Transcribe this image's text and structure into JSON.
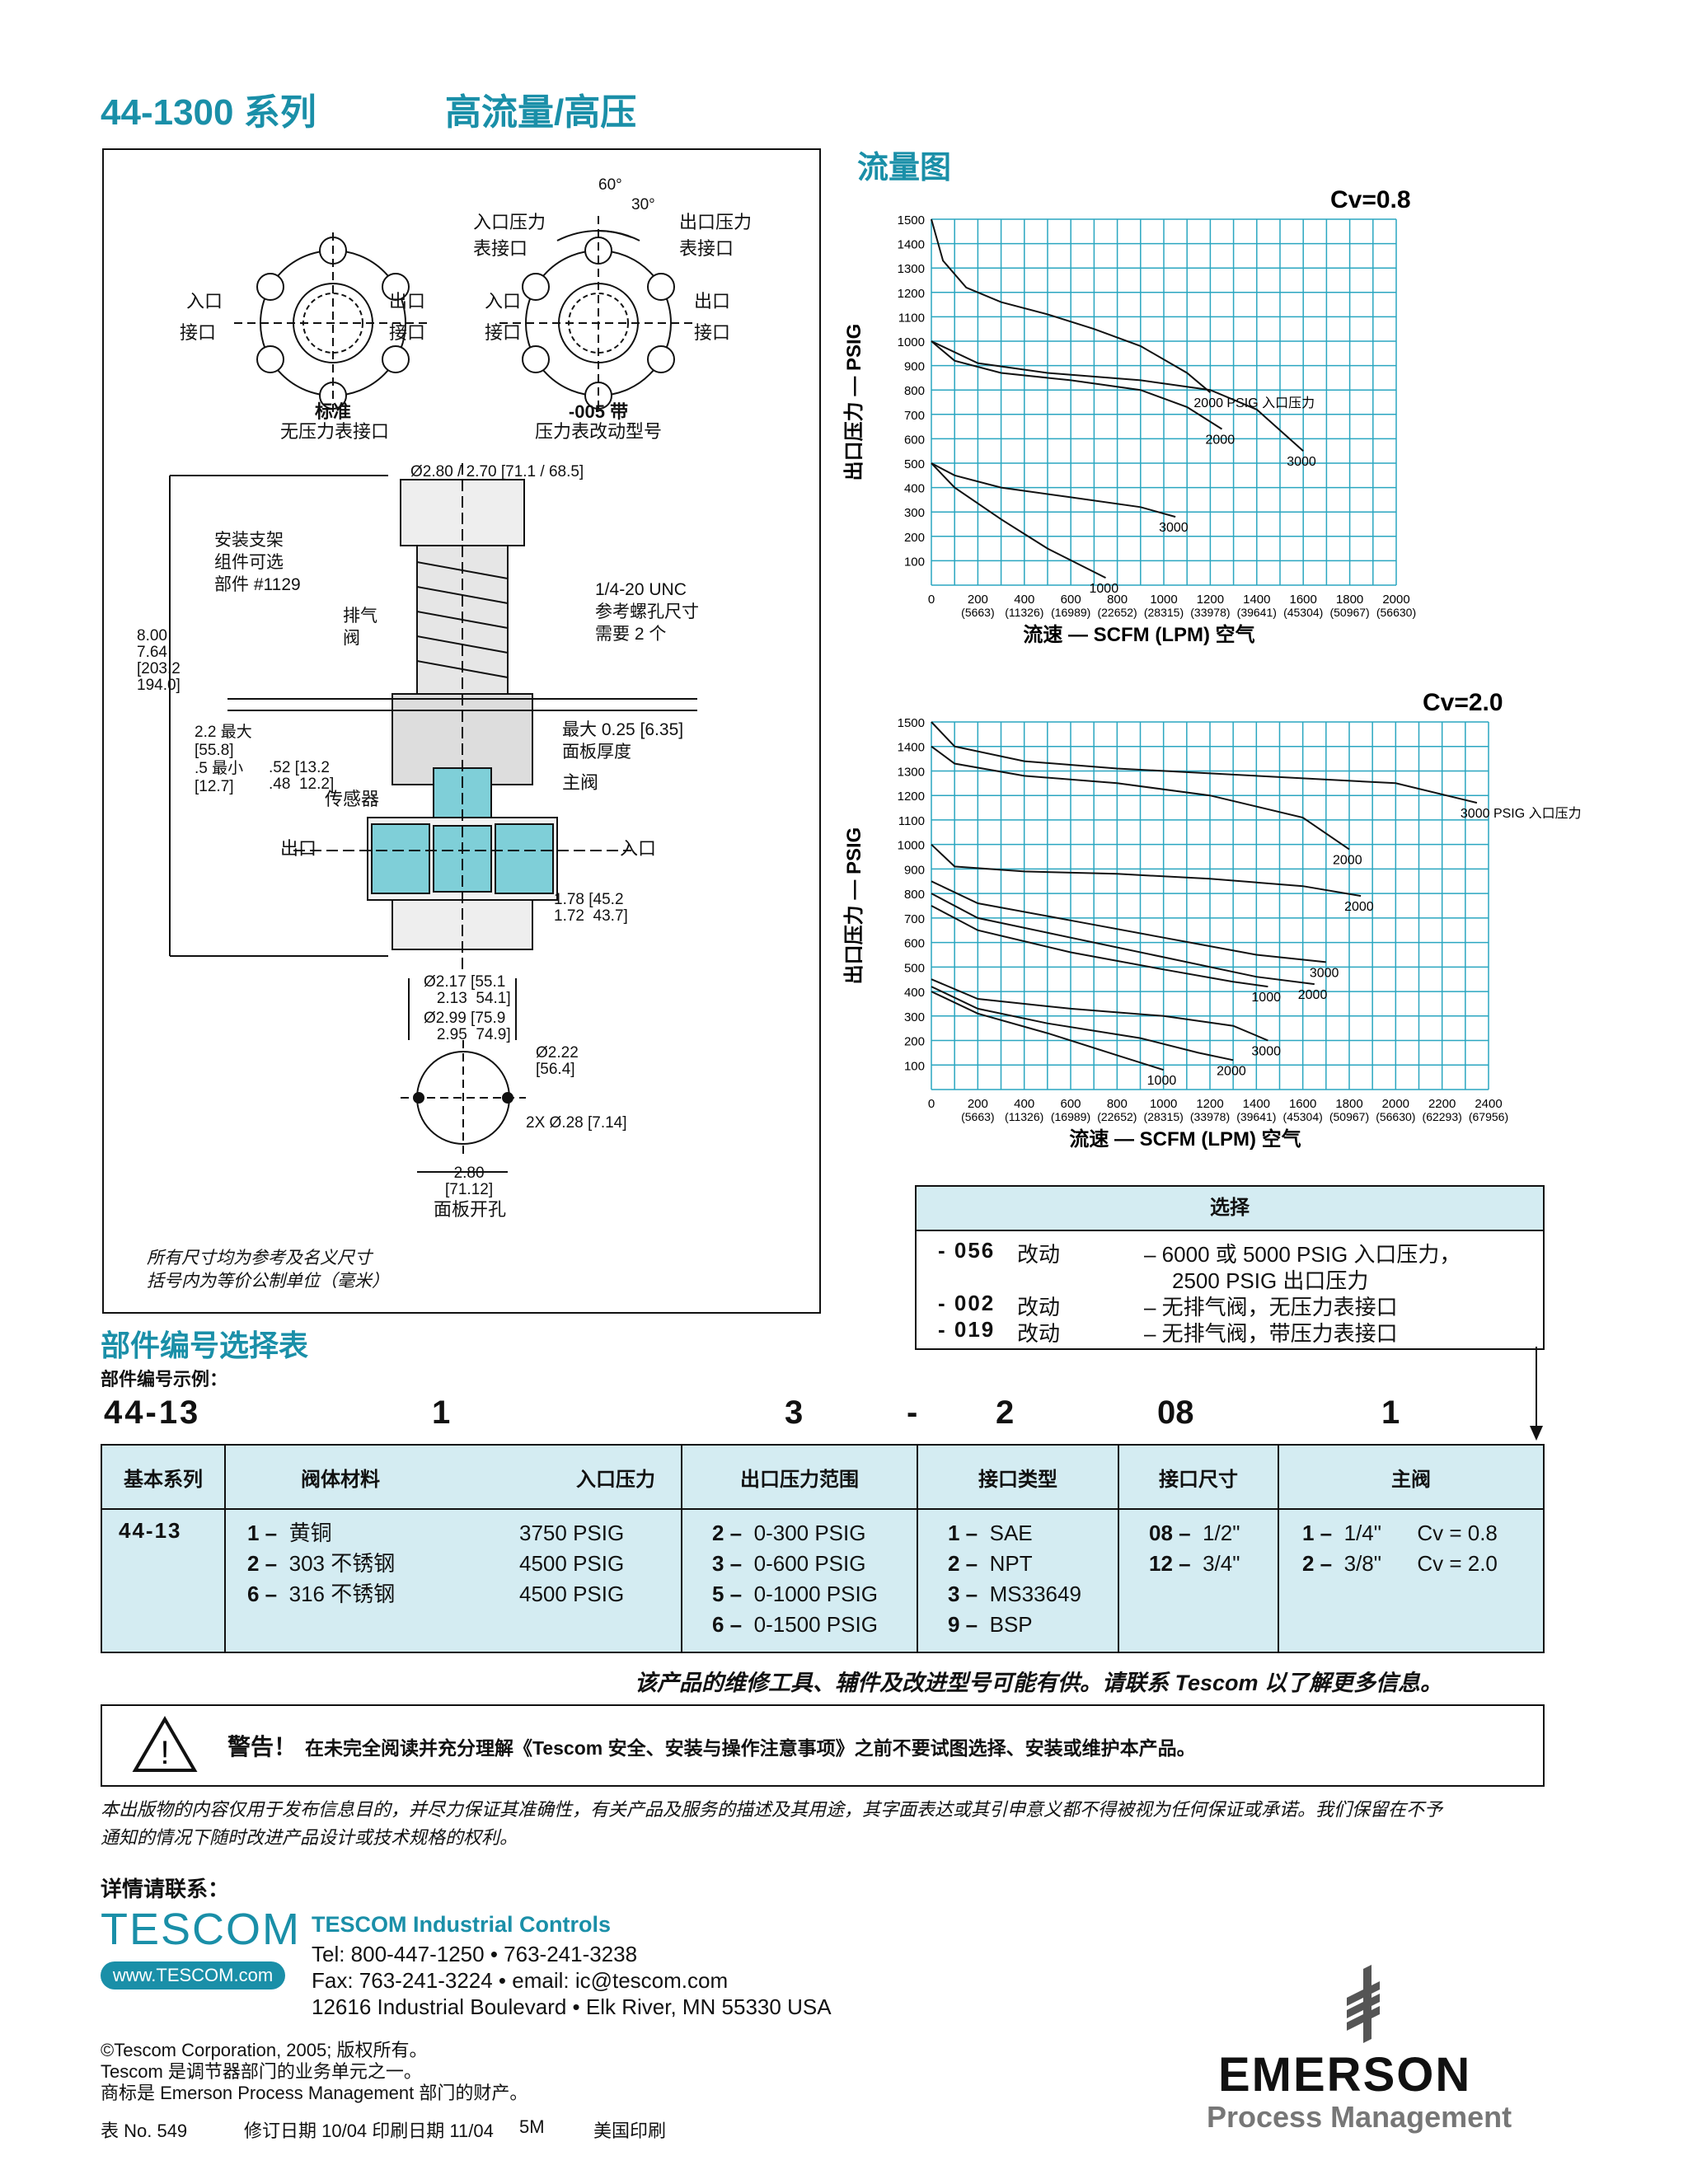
{
  "header": {
    "series": "44-1300 系列",
    "title": "高流量/高压"
  },
  "drawing": {
    "angle_60": "60°",
    "angle_30": "30°",
    "gauge_inlet_label": "入口压力\n表接口",
    "gauge_outlet_label": "出口压力\n表接口",
    "port_in": "入口",
    "port_in2": "接口",
    "port_out": "出口",
    "port_out2": "接口",
    "std_caption_1": "标准",
    "std_caption_2": "无压力表接口",
    "opt_caption_1": "-005 带",
    "opt_caption_2": "压力表改动型号",
    "dim_top": "Ø2.80 / 2.70  [71.1 / 68.5]",
    "bracket_note": "安装支架\n组件可选\n部件 #1129",
    "vent_valve": "排气\n阀",
    "unc_note": "1/4-20 UNC\n参考螺孔尺寸\n需要 2 个",
    "height_dim": "8.00\n7.64\n[203.2\n194.0]",
    "max_label": "2.2 最大\n[55.8]",
    "min_label": ".5 最小\n[12.7]",
    "min_dim": ".52 [13.2\n.48  12.2]",
    "panel_thick": "最大 0.25 [6.35]\n面板厚度",
    "sensor": "传感器",
    "main_valve": "主阀",
    "outlet": "出口",
    "inlet": "入口",
    "port_dim": "1.78 [45.2\n1.72  43.7]",
    "dim_217": "Ø2.17 [55.1\n   2.13  54.1]",
    "dim_299": "Ø2.99 [75.9\n   2.95  74.9]",
    "dim_222": "Ø2.22\n[56.4]",
    "hole_dim": "2X Ø.28 [7.14]",
    "cutout_dim": "2.80\n[71.12]",
    "cutout_label": "面板开孔",
    "note_1": "所有尺寸均为参考及名义尺寸",
    "note_2": "括号内为等价公制单位（毫米）"
  },
  "flow_title": "流量图",
  "chart_data": [
    {
      "type": "line",
      "title": "Cv=0.8",
      "xlabel": "流速 — SCFM (LPM) 空气",
      "ylabel": "出口压力 — PSIG",
      "xlim": [
        0,
        2000
      ],
      "ylim": [
        0,
        1500
      ],
      "x_ticks": [
        "0",
        "200",
        "400",
        "600",
        "800",
        "1000",
        "1200",
        "1400",
        "1600",
        "1800",
        "2000"
      ],
      "x_ticks_lpm": [
        "",
        "(5663)",
        "(11326)",
        "(16989)",
        "(22652)",
        "(28315)",
        "(33978)",
        "(39641)",
        "(45304)",
        "(50967)",
        "(56630)"
      ],
      "y_ticks": [
        "100",
        "200",
        "300",
        "400",
        "500",
        "600",
        "700",
        "800",
        "900",
        "1000",
        "1100",
        "1200",
        "1300",
        "1400",
        "1500"
      ],
      "grid": true,
      "series": [
        {
          "name": "2000 PSIG 入口压力",
          "x": [
            0,
            50,
            150,
            300,
            500,
            700,
            900,
            1100,
            1200
          ],
          "y": [
            1500,
            1330,
            1220,
            1160,
            1110,
            1050,
            980,
            870,
            790
          ]
        },
        {
          "name": "2000",
          "x": [
            0,
            100,
            300,
            600,
            900,
            1100,
            1250
          ],
          "y": [
            1000,
            920,
            870,
            840,
            800,
            730,
            640
          ]
        },
        {
          "name": "3000",
          "x": [
            0,
            200,
            500,
            900,
            1200,
            1400,
            1600
          ],
          "y": [
            1000,
            910,
            870,
            840,
            800,
            720,
            550
          ]
        },
        {
          "name": "3000",
          "x": [
            0,
            100,
            300,
            600,
            900,
            1050
          ],
          "y": [
            500,
            450,
            400,
            360,
            320,
            280
          ]
        },
        {
          "name": "1000",
          "x": [
            0,
            100,
            300,
            500,
            750
          ],
          "y": [
            500,
            400,
            270,
            150,
            30
          ]
        }
      ]
    },
    {
      "type": "line",
      "title": "Cv=2.0",
      "xlabel": "流速 — SCFM (LPM) 空气",
      "ylabel": "出口压力 — PSIG",
      "xlim": [
        0,
        2400
      ],
      "ylim": [
        0,
        1500
      ],
      "x_ticks": [
        "0",
        "200",
        "400",
        "600",
        "800",
        "1000",
        "1200",
        "1400",
        "1600",
        "1800",
        "2000",
        "2200",
        "2400"
      ],
      "x_ticks_lpm": [
        "",
        "(5663)",
        "(11326)",
        "(16989)",
        "(22652)",
        "(28315)",
        "(33978)",
        "(39641)",
        "(45304)",
        "(50967)",
        "(56630)",
        "(62293)",
        "(67956)"
      ],
      "y_ticks": [
        "100",
        "200",
        "300",
        "400",
        "500",
        "600",
        "700",
        "800",
        "900",
        "1000",
        "1100",
        "1200",
        "1300",
        "1400",
        "1500"
      ],
      "grid": true,
      "series": [
        {
          "name": "3000 PSIG 入口压力",
          "x": [
            0,
            100,
            400,
            800,
            1200,
            1600,
            2000,
            2350
          ],
          "y": [
            1500,
            1400,
            1340,
            1310,
            1290,
            1270,
            1250,
            1170
          ]
        },
        {
          "name": "2000",
          "x": [
            0,
            100,
            400,
            800,
            1200,
            1600,
            1800
          ],
          "y": [
            1400,
            1330,
            1280,
            1250,
            1200,
            1110,
            980
          ]
        },
        {
          "name": "2000",
          "x": [
            0,
            100,
            400,
            800,
            1200,
            1600,
            1850
          ],
          "y": [
            1000,
            910,
            890,
            880,
            860,
            830,
            790
          ]
        },
        {
          "name": "3000",
          "x": [
            0,
            200,
            600,
            1000,
            1400,
            1700
          ],
          "y": [
            850,
            760,
            690,
            620,
            550,
            520
          ]
        },
        {
          "name": "2000",
          "x": [
            0,
            200,
            600,
            1000,
            1400,
            1650
          ],
          "y": [
            800,
            700,
            620,
            540,
            460,
            430
          ]
        },
        {
          "name": "1000",
          "x": [
            0,
            200,
            600,
            1000,
            1300,
            1450
          ],
          "y": [
            750,
            650,
            560,
            490,
            440,
            420
          ]
        },
        {
          "name": "3000",
          "x": [
            0,
            200,
            600,
            1000,
            1300,
            1450
          ],
          "y": [
            450,
            370,
            330,
            300,
            260,
            200
          ]
        },
        {
          "name": "2000",
          "x": [
            0,
            200,
            500,
            900,
            1150,
            1300
          ],
          "y": [
            420,
            330,
            270,
            210,
            150,
            120
          ]
        },
        {
          "name": "1000",
          "x": [
            0,
            200,
            500,
            800,
            1000
          ],
          "y": [
            400,
            310,
            230,
            140,
            80
          ]
        }
      ]
    }
  ],
  "options": {
    "title": "选择",
    "rows": [
      {
        "code": "- 056",
        "mod": "改动",
        "desc": "–  6000 或 5000 PSIG 入口压力，",
        "desc2": "2500 PSIG 出口压力"
      },
      {
        "code": "- 002",
        "mod": "改动",
        "desc": "–  无排气阀，无压力表接口"
      },
      {
        "code": "- 019",
        "mod": "改动",
        "desc": "–  无排气阀，带压力表接口"
      }
    ]
  },
  "pn_section": {
    "title": "部件编号选择表",
    "example_label": "部件编号示例：",
    "example": [
      "44-13",
      "1",
      "3",
      "-",
      "2",
      "08",
      "1"
    ],
    "headers": [
      "基本系列",
      "阀体材料",
      "入口压力",
      "出口压力范围",
      "接口类型",
      "接口尺寸",
      "主阀"
    ],
    "base": "44-13",
    "body": [
      [
        "1 –",
        "黄铜"
      ],
      [
        "2 –",
        "303 不锈钢"
      ],
      [
        "6 –",
        "316 不锈钢"
      ]
    ],
    "inlet": [
      "3750 PSIG",
      "4500 PSIG",
      "4500 PSIG"
    ],
    "outlet": [
      [
        "2 –",
        "0-300 PSIG"
      ],
      [
        "3 –",
        "0-600 PSIG"
      ],
      [
        "5 –",
        "0-1000 PSIG"
      ],
      [
        "6 –",
        "0-1500 PSIG"
      ]
    ],
    "conn_type": [
      [
        "1 –",
        "SAE"
      ],
      [
        "2 –",
        "NPT"
      ],
      [
        "3 –",
        "MS33649"
      ],
      [
        "9 –",
        "BSP"
      ]
    ],
    "conn_size": [
      [
        "08 –",
        "1/2\""
      ],
      [
        "12 –",
        "3/4\""
      ]
    ],
    "main_valve": [
      [
        "1 –",
        "1/4\"",
        "Cv = 0.8"
      ],
      [
        "2 –",
        "3/8\"",
        "Cv = 2.0"
      ]
    ]
  },
  "service_note": "该产品的维修工具、辅件及改进型号可能有供。请联系 Tescom 以了解更多信息。",
  "warning": {
    "label": "警告！",
    "text": "在未完全阅读并充分理解《Tescom 安全、安装与操作注意事项》之前不要试图选择、安装或维护本产品。"
  },
  "disclaimer_1": "本出版物的内容仅用于发布信息目的，并尽力保证其准确性，有关产品及服务的描述及其用途，其字面表达或其引申意义都不得被视为任何保证或承诺。我们保留在不予",
  "disclaimer_2": "通知的情况下随时改进产品设计或技术规格的权利。",
  "contact": {
    "heading": "详情请联系：",
    "logo": "TESCOM",
    "web": "www.TESCOM.com",
    "company": "TESCOM Industrial Controls",
    "tel": "Tel: 800-447-1250  •  763-241-3238",
    "fax": "Fax: 763-241-3224  •  email: ic@tescom.com",
    "addr": "12616 Industrial Boulevard  •  Elk River, MN 55330 USA"
  },
  "copyright": [
    "©Tescom Corporation, 2005; 版权所有。",
    "Tescom 是调节器部门的业务单元之一。",
    "商标是 Emerson Process Management 部门的财产。"
  ],
  "footer": {
    "sheet": "表 No. 549",
    "dates": "修订日期 10/04  印刷日期 11/04",
    "qty": "5M",
    "printed": "美国印刷"
  },
  "emerson": {
    "name": "EMERSON",
    "sub": "Process Management"
  },
  "colors": {
    "teal": "#1a8fa8",
    "light_blue": "#d4ecf2",
    "grid": "#2aa6c0"
  }
}
